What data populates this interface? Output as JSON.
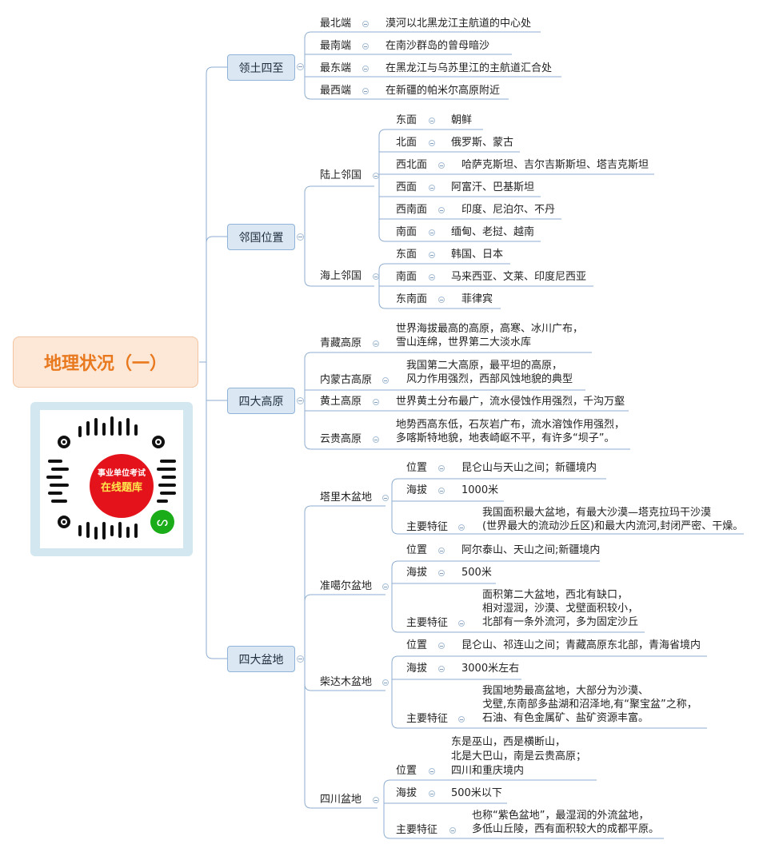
{
  "root": {
    "title": "地理状况（一）"
  },
  "qr": {
    "line1": "事业单位考试",
    "line2": "在线题库"
  },
  "branches": {
    "territory": {
      "label": "领土四至",
      "items": [
        {
          "k": "最北端",
          "v": "漠河以北黑龙江主航道的中心处"
        },
        {
          "k": "最南端",
          "v": "在南沙群岛的曾母暗沙"
        },
        {
          "k": "最东端",
          "v": "在黑龙江与乌苏里江的主航道汇合处"
        },
        {
          "k": "最西端",
          "v": "在新疆的帕米尔高原附近"
        }
      ]
    },
    "neighbors": {
      "label": "邻国位置",
      "land": {
        "label": "陆上邻国",
        "items": [
          {
            "k": "东面",
            "v": "朝鲜"
          },
          {
            "k": "北面",
            "v": "俄罗斯、蒙古"
          },
          {
            "k": "西北面",
            "v": "哈萨克斯坦、吉尔吉斯斯坦、塔吉克斯坦"
          },
          {
            "k": "西面",
            "v": "阿富汗、巴基斯坦"
          },
          {
            "k": "西南面",
            "v": "印度、尼泊尔、不丹"
          },
          {
            "k": "南面",
            "v": "缅甸、老挝、越南"
          }
        ]
      },
      "sea": {
        "label": "海上邻国",
        "items": [
          {
            "k": "东面",
            "v": "韩国、日本"
          },
          {
            "k": "南面",
            "v": "马来西亚、文莱、印度尼西亚"
          },
          {
            "k": "东南面",
            "v": "菲律宾"
          }
        ]
      }
    },
    "plateaus": {
      "label": "四大高原",
      "items": [
        {
          "k": "青藏高原",
          "v1": "世界海拔最高的高原，高寒、冰川广布，",
          "v2": "雪山连绵，世界第二大淡水库"
        },
        {
          "k": "内蒙古高原",
          "v1": "我国第二大高原，最平坦的高原，",
          "v2": "风力作用强烈，西部风蚀地貌的典型"
        },
        {
          "k": "黄土高原",
          "v1": "世界黄土分布最广，流水侵蚀作用强烈，千沟万壑"
        },
        {
          "k": "云贵高原",
          "v1": "地势西高东低，石灰岩广布，流水溶蚀作用强烈，",
          "v2": "多喀斯特地貌，地表崎岖不平，有许多“坝子”。"
        }
      ]
    },
    "basins": {
      "label": "四大盆地",
      "tarim": {
        "label": "塔里木盆地",
        "pos_k": "位置",
        "pos_v": "昆仑山与天山之间；新疆境内",
        "alt_k": "海拔",
        "alt_v": "1000米",
        "feat_k": "主要特征",
        "feat_v1": "我国面积最大盆地，有最大沙漠—塔克拉玛干沙漠",
        "feat_v2": "(世界最大的流动沙丘区)和最大内流河,封闭严密、干燥。"
      },
      "junggar": {
        "label": "准噶尔盆地",
        "pos_k": "位置",
        "pos_v": "阿尔泰山、天山之间;新疆境内",
        "alt_k": "海拔",
        "alt_v": "500米",
        "feat_k": "主要特征",
        "feat_v1": "面积第二大盆地，西北有缺口，",
        "feat_v2": "相对湿润，沙漠、戈壁面积较小，",
        "feat_v3": "北部有一条外流河，多为固定沙丘"
      },
      "qaidam": {
        "label": "柴达木盆地",
        "pos_k": "位置",
        "pos_v": "昆仑山、祁连山之间；青藏高原东北部，青海省境内",
        "alt_k": "海拔",
        "alt_v": "3000米左右",
        "feat_k": "主要特征",
        "feat_v1": "我国地势最高盆地，大部分为沙漠、",
        "feat_v2": "戈壁,东南部多盐湖和沼泽地,有“聚宝盆”之称，",
        "feat_v3": "石油、有色金属矿、盐矿资源丰富。"
      },
      "sichuan": {
        "label": "四川盆地",
        "pos_k": "位置",
        "pos_v1": "东是巫山，西是横断山，",
        "pos_v2": "北是大巴山，南是云贵高原；",
        "pos_v3": "四川和重庆境内",
        "alt_k": "海拔",
        "alt_v": "500米以下",
        "feat_k": "主要特征",
        "feat_v1": "也称“紫色盆地”，最湿润的外流盆地，",
        "feat_v2": "多低山丘陵，西有面积较大的成都平原。"
      }
    }
  }
}
